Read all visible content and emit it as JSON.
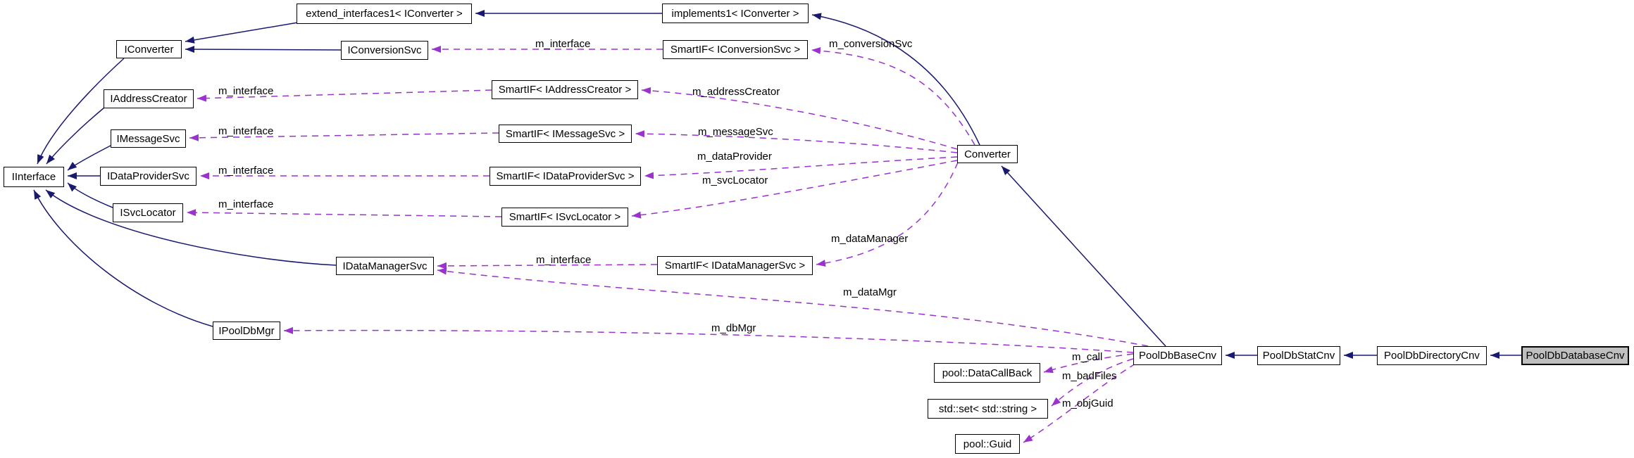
{
  "diagram": {
    "kind": "doxygen-collaboration-graph",
    "focus_class": "PoolDbDatabaseCnv",
    "colors": {
      "background": "#ffffff",
      "node_fill": "#ffffff",
      "node_border": "#000000",
      "focus_node_fill": "#bfbfbf",
      "inheritance_edge": "#191970",
      "usage_edge": "#9a32cd",
      "label_text": "#000000"
    }
  },
  "nodes": [
    {
      "label": "IInterface"
    },
    {
      "label": "extend_interfaces1< IConverter >"
    },
    {
      "label": "implements1< IConverter >"
    },
    {
      "label": "IConverter"
    },
    {
      "label": "IConversionSvc"
    },
    {
      "label": "SmartIF< IConversionSvc >"
    },
    {
      "label": "IAddressCreator"
    },
    {
      "label": "SmartIF< IAddressCreator >"
    },
    {
      "label": "IMessageSvc"
    },
    {
      "label": "SmartIF< IMessageSvc >"
    },
    {
      "label": "IDataProviderSvc"
    },
    {
      "label": "SmartIF< IDataProviderSvc >"
    },
    {
      "label": "ISvcLocator"
    },
    {
      "label": "SmartIF< ISvcLocator >"
    },
    {
      "label": "IDataManagerSvc"
    },
    {
      "label": "SmartIF< IDataManagerSvc >"
    },
    {
      "label": "Converter"
    },
    {
      "label": "IPoolDbMgr"
    },
    {
      "label": "PoolDbBaseCnv"
    },
    {
      "label": "PoolDbStatCnv"
    },
    {
      "label": "PoolDbDirectoryCnv"
    },
    {
      "label": "PoolDbDatabaseCnv"
    },
    {
      "label": "pool::DataCallBack"
    },
    {
      "label": "std::set< std::string >"
    },
    {
      "label": "pool::Guid"
    }
  ],
  "edges": {
    "inheritance": [
      {
        "from": "implements1< IConverter >",
        "to": "extend_interfaces1< IConverter >"
      },
      {
        "from": "extend_interfaces1< IConverter >",
        "to": "IConverter"
      },
      {
        "from": "IConversionSvc",
        "to": "IConverter"
      },
      {
        "from": "IConverter",
        "to": "IInterface"
      },
      {
        "from": "IAddressCreator",
        "to": "IInterface"
      },
      {
        "from": "IMessageSvc",
        "to": "IInterface"
      },
      {
        "from": "IDataProviderSvc",
        "to": "IInterface"
      },
      {
        "from": "ISvcLocator",
        "to": "IInterface"
      },
      {
        "from": "IDataManagerSvc",
        "to": "IInterface"
      },
      {
        "from": "IPoolDbMgr",
        "to": "IInterface"
      },
      {
        "from": "Converter",
        "to": "implements1< IConverter >"
      },
      {
        "from": "PoolDbBaseCnv",
        "to": "Converter"
      },
      {
        "from": "PoolDbStatCnv",
        "to": "PoolDbBaseCnv"
      },
      {
        "from": "PoolDbDirectoryCnv",
        "to": "PoolDbStatCnv"
      },
      {
        "from": "PoolDbDatabaseCnv",
        "to": "PoolDbDirectoryCnv"
      }
    ],
    "usage": [
      {
        "from": "SmartIF< IConversionSvc >",
        "to": "IConversionSvc",
        "label": "m_interface"
      },
      {
        "from": "SmartIF< IAddressCreator >",
        "to": "IAddressCreator",
        "label": "m_interface"
      },
      {
        "from": "SmartIF< IMessageSvc >",
        "to": "IMessageSvc",
        "label": "m_interface"
      },
      {
        "from": "SmartIF< IDataProviderSvc >",
        "to": "IDataProviderSvc",
        "label": "m_interface"
      },
      {
        "from": "SmartIF< ISvcLocator >",
        "to": "ISvcLocator",
        "label": "m_interface"
      },
      {
        "from": "SmartIF< IDataManagerSvc >",
        "to": "IDataManagerSvc",
        "label": "m_interface"
      },
      {
        "from": "Converter",
        "to": "SmartIF< IConversionSvc >",
        "label": "m_conversionSvc"
      },
      {
        "from": "Converter",
        "to": "SmartIF< IAddressCreator >",
        "label": "m_addressCreator"
      },
      {
        "from": "Converter",
        "to": "SmartIF< IMessageSvc >",
        "label": "m_messageSvc"
      },
      {
        "from": "Converter",
        "to": "SmartIF< IDataProviderSvc >",
        "label": "m_dataProvider"
      },
      {
        "from": "Converter",
        "to": "SmartIF< ISvcLocator >",
        "label": "m_svcLocator"
      },
      {
        "from": "Converter",
        "to": "SmartIF< IDataManagerSvc >",
        "label": "m_dataManager"
      },
      {
        "from": "PoolDbBaseCnv",
        "to": "IDataManagerSvc",
        "label": "m_dataMgr"
      },
      {
        "from": "PoolDbBaseCnv",
        "to": "IPoolDbMgr",
        "label": "m_dbMgr"
      },
      {
        "from": "PoolDbBaseCnv",
        "to": "pool::DataCallBack",
        "label": "m_call"
      },
      {
        "from": "PoolDbBaseCnv",
        "to": "std::set< std::string >",
        "label": "m_badFiles"
      },
      {
        "from": "PoolDbBaseCnv",
        "to": "pool::Guid",
        "label": "m_objGuid"
      }
    ]
  }
}
